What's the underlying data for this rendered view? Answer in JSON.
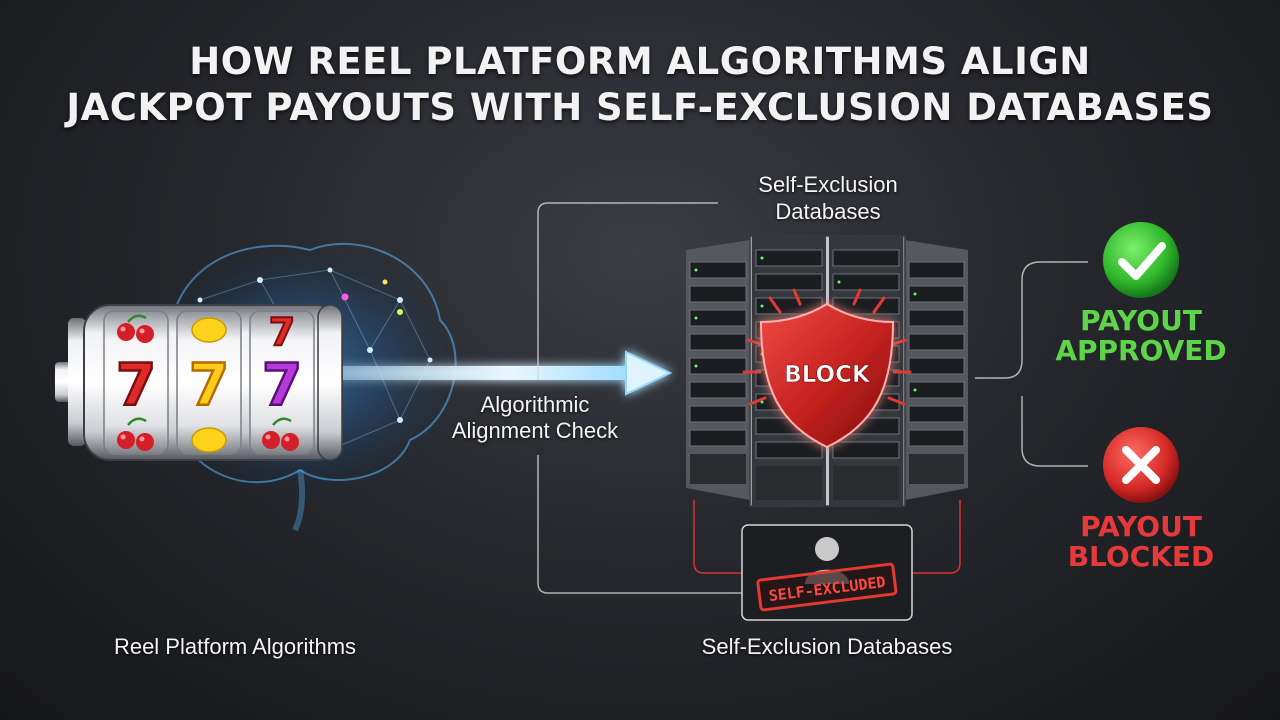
{
  "title": {
    "line1": "HOW REEL PLATFORM ALGORITHMS ALIGN",
    "line2": "JACKPOT PAYOUTS WITH SELF-EXCLUSION DATABASES"
  },
  "labels": {
    "db_top_line1": "Self-Exclusion",
    "db_top_line2": "Databases",
    "check_line1": "Algorithmic",
    "check_line2": "Alignment Check",
    "reel_caption": "Reel Platform Algorithms",
    "db_caption": "Self-Exclusion Databases",
    "shield_text": "BLOCK",
    "stamp_text": "SELF-EXCLUDED"
  },
  "outcomes": {
    "approved": {
      "line1": "PAYOUT",
      "line2": "APPROVED",
      "color": "#5fd34a"
    },
    "blocked": {
      "line1": "PAYOUT",
      "line2": "BLOCKED",
      "color": "#e5393a"
    }
  },
  "reels": [
    {
      "top": "cherry-icon",
      "middle": "seven-icon",
      "bottom": "cherry-icon"
    },
    {
      "top": "lemon-icon",
      "middle": "seven-icon",
      "bottom": "lemon-icon"
    },
    {
      "top": "seven-icon",
      "middle": "seven-icon",
      "bottom": "cherry-icon"
    }
  ],
  "icons": {
    "approved": "check-icon",
    "blocked": "x-icon",
    "shield": "shield-icon",
    "person": "person-icon"
  },
  "colors": {
    "arrow": "#7fd4ff",
    "connector": "#d8d8d8",
    "alert": "#d8322f"
  }
}
